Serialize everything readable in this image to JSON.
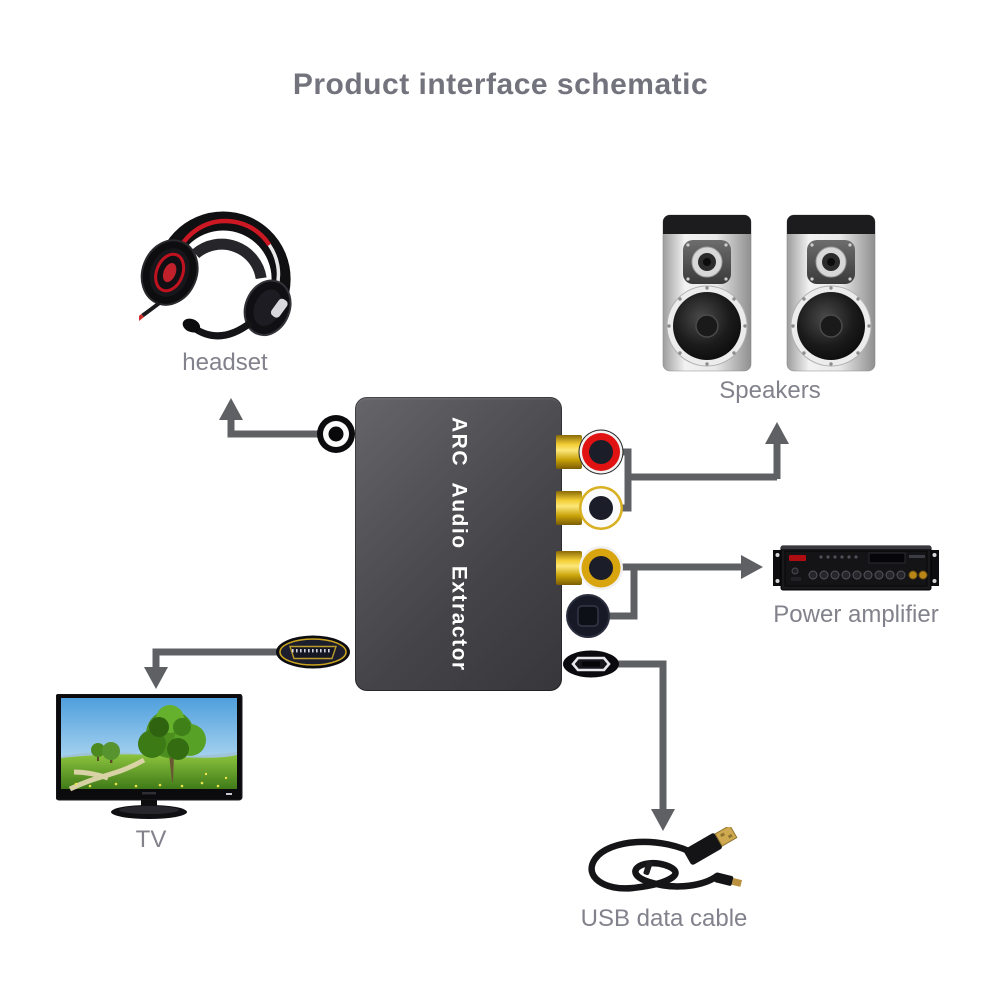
{
  "title": "Product interface schematic",
  "device_name": "ARC Audio Extractor",
  "labels": {
    "headset": "headset",
    "speakers": "Speakers",
    "amplifier": "Power amplifier",
    "tv": "TV",
    "usb_cable": "USB data cable"
  },
  "device_ports": {
    "left": [
      "headphone-jack",
      "hdmi-arc-port"
    ],
    "right": [
      "rca-red-audio-out",
      "rca-white-audio-out",
      "rca-yellow-coaxial",
      "toslink-optical-out",
      "micro-usb-power"
    ]
  },
  "connections": [
    {
      "from": "headphone-jack",
      "to": "headset"
    },
    {
      "from": "rca-red-audio-out + rca-white-audio-out",
      "to": "Speakers"
    },
    {
      "from": "rca-yellow-coaxial + toslink-optical-out",
      "to": "Power amplifier"
    },
    {
      "from": "hdmi-arc-port",
      "to": "TV"
    },
    {
      "from": "micro-usb-power",
      "to": "USB data cable"
    }
  ],
  "colors": {
    "background": "#ffffff",
    "title_text": "#73737d",
    "label_text": "#82828c",
    "arrow": "#5f6064",
    "device_body": "#4a4a4e",
    "device_text": "#ffffff",
    "rca_red_ring": "#e11212",
    "rca_white_ring": "#fbfbfb",
    "rca_yellow_ring": "#d9a50e",
    "rca_barrel_gold": "#e6b91f",
    "hdmi_trim_yellow": "#caa41e"
  }
}
